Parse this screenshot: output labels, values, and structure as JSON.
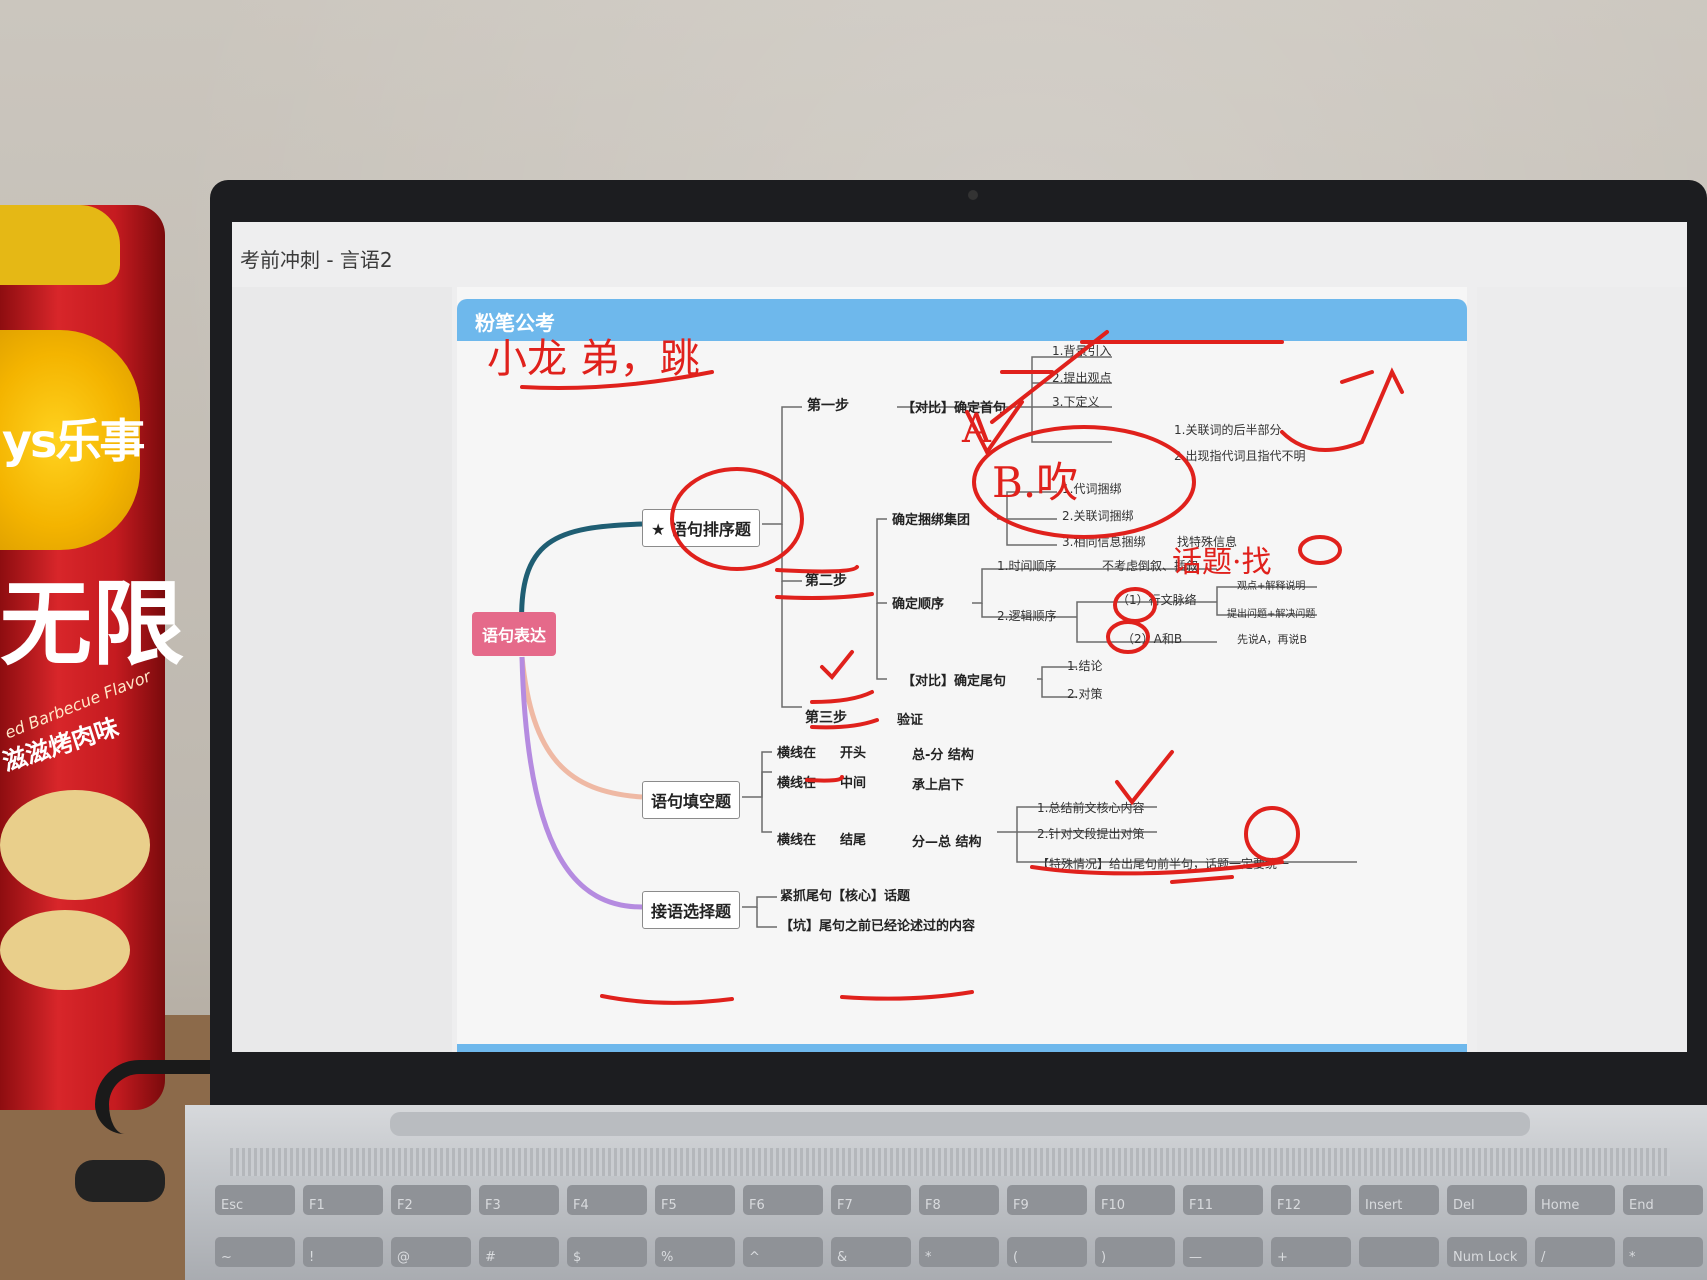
{
  "window": {
    "title": "考前冲刺 - 言语2"
  },
  "brand": {
    "name": "粉笔公考"
  },
  "snack": {
    "brand": "ys乐事",
    "big_text": "无限",
    "sub1": "ed Barbecue Flavor",
    "sub2": "滋滋烤肉味"
  },
  "mindmap": {
    "root": "语句表达",
    "branches": [
      {
        "label": "★ 语句排序题"
      },
      {
        "label": "语句填空题"
      },
      {
        "label": "接语选择题"
      }
    ],
    "sort": {
      "step1": "第一步",
      "step1_desc": "【对比】确定首句",
      "step1_items": [
        "1.背景引入",
        "2.提出观点",
        "3.下定义",
        "1.关联词的后半部分",
        "2.出现指代词且指代不明"
      ],
      "step2": "第二步",
      "bundle": "确定捆绑集团",
      "bundle_items": [
        "1.代词捆绑",
        "2.关联词捆绑",
        "3.相同信息捆绑",
        "找特殊信息"
      ],
      "order": "确定顺序",
      "time_order": "1.时间顺序",
      "time_note": "不考虑倒叙、插叙",
      "logic_order": "2.逻辑顺序",
      "logic_1": "（1）行文脉络",
      "logic_1_a": "观点+解释说明",
      "logic_1_b": "提出问题+解决问题",
      "logic_2": "（2）A和B",
      "logic_2_a": "先说A，再说B",
      "last": "【对比】确定尾句",
      "last_items": [
        "1.结论",
        "2.对策"
      ],
      "step3": "第三步",
      "step3_desc": "验证"
    },
    "fill": {
      "rows": [
        {
          "a": "横线在",
          "b": "开头",
          "c": "总-分 结构"
        },
        {
          "a": "横线在",
          "b": "中间",
          "c": "承上启下"
        },
        {
          "a": "横线在",
          "b": "结尾",
          "c": "分—总 结构"
        }
      ],
      "end_items": [
        "1.总结前文核心内容",
        "2.针对文段提出对策",
        "【特殊情况】给出尾句前半句，话题一定要统一"
      ]
    },
    "choose": {
      "items": [
        "紧抓尾句【核心】话题",
        "【坑】尾句之前已经论述过的内容"
      ]
    }
  },
  "handwriting": {
    "top": "小龙 弟，跳",
    "mid": "B.吹",
    "right": "话题·找",
    "note2": "A"
  },
  "colors": {
    "ink": "#e0211c",
    "brand": "#6eb8ec",
    "root": "#e56a8a",
    "branch1": "#1f5e73",
    "branch2": "#efb9a4",
    "branch3": "#b58be0"
  },
  "keyboard": {
    "function_row": [
      "Esc",
      "F1",
      "F2",
      "F3",
      "F4",
      "F5",
      "F6",
      "F7",
      "F8",
      "F9",
      "F10",
      "F11",
      "F12",
      "Insert",
      "Del",
      "Home",
      "End"
    ],
    "number_row": [
      "~",
      "!",
      "@",
      "#",
      "$",
      "%",
      "^",
      "&",
      "*",
      "(",
      ")",
      "—",
      "+",
      "",
      "Num Lock",
      "/",
      "*"
    ]
  }
}
